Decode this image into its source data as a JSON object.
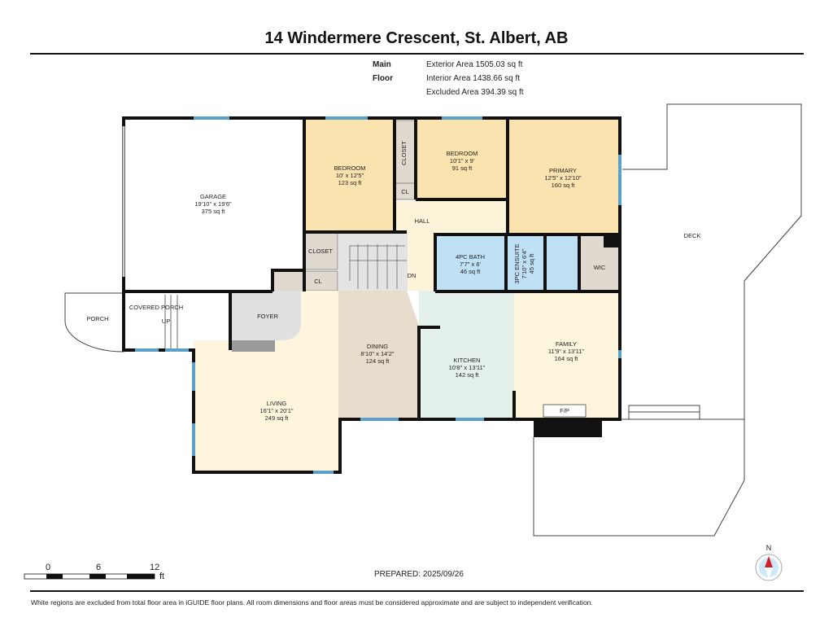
{
  "title": "14 Windermere Crescent, St. Albert, AB",
  "floor": {
    "name": "Main Floor",
    "exterior_area": "Exterior Area 1505.03 sq ft",
    "interior_area": "Interior Area 1438.66 sq ft",
    "excluded_area": "Excluded Area 394.39 sq ft"
  },
  "rooms": {
    "garage": {
      "name": "GARAGE",
      "dims": "19'10\" x 19'6\"",
      "area": "375 sq ft"
    },
    "bedroom1": {
      "name": "BEDROOM",
      "dims": "10' x 12'5\"",
      "area": "123 sq ft"
    },
    "bedroom2": {
      "name": "BEDROOM",
      "dims": "10'1\" x 9'",
      "area": "91 sq ft"
    },
    "primary": {
      "name": "PRIMARY",
      "dims": "12'5\" x 12'10\"",
      "area": "160 sq ft"
    },
    "bath4": {
      "name": "4PC BATH",
      "dims": "7'7\" x 6'",
      "area": "46 sq ft"
    },
    "ensuite": {
      "name": "3PC ENSUITE",
      "dims": "7'10\" x 6'4\"",
      "area": "45 sq ft"
    },
    "wic": {
      "name": "WIC"
    },
    "hall": {
      "name": "HALL"
    },
    "closet_top": {
      "name": "CLOSET"
    },
    "cl_top": {
      "name": "CL"
    },
    "closet_left": {
      "name": "CLOSET"
    },
    "cl_left": {
      "name": "CL"
    },
    "stairs_dn": {
      "name": "DN"
    },
    "covered_porch": {
      "name": "COVERED PORCH"
    },
    "stairs_up": {
      "name": "UP"
    },
    "porch": {
      "name": "PORCH"
    },
    "foyer": {
      "name": "FOYER"
    },
    "dining": {
      "name": "DINING",
      "dims": "8'10\" x 14'2\"",
      "area": "124 sq ft"
    },
    "kitchen": {
      "name": "KITCHEN",
      "dims": "10'8\" x 13'11\"",
      "area": "142 sq ft"
    },
    "family": {
      "name": "FAMILY",
      "dims": "11'9\" x 13'11\"",
      "area": "164 sq ft"
    },
    "living": {
      "name": "LIVING",
      "dims": "16'1\" x 20'1\"",
      "area": "249 sq ft"
    },
    "fireplace": {
      "name": "F/P"
    },
    "deck": {
      "name": "DECK"
    }
  },
  "scale": {
    "ticks": [
      "0",
      "6",
      "12"
    ],
    "unit": "ft"
  },
  "compass": {
    "label": "N"
  },
  "prepared": "PREPARED: 2025/09/26",
  "disclaimer": "White regions are excluded from total floor area in iGUIDE floor plans. All room dimensions and floor areas must be considered approximate and are subject to independent verification.",
  "colors": {
    "bedroom": "#fbe3b0",
    "bath": "#bfe0f5",
    "closet": "#e0d9cf",
    "living": "#fdf5dc",
    "dining": "#e8ddcc",
    "kitchen": "#e3f1ea",
    "wall": "#111111",
    "window": "#5aa0c8"
  }
}
